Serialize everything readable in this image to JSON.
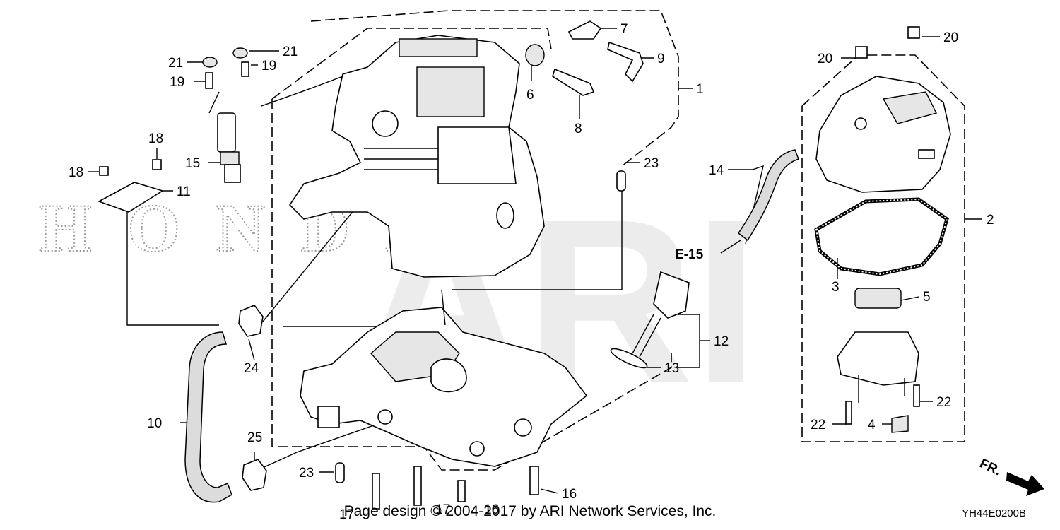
{
  "watermark": {
    "brand": "HONDA",
    "provider": "ARI"
  },
  "callouts": {
    "c1": "1",
    "c2": "2",
    "c3": "3",
    "c4": "4",
    "c5": "5",
    "c6": "6",
    "c7": "7",
    "c8": "8",
    "c9": "9",
    "c10": "10",
    "c11": "11",
    "c12": "12",
    "c13": "13",
    "c14": "14",
    "c15": "15",
    "c16a": "16",
    "c16b": "16",
    "c17a": "17",
    "c17b": "17",
    "c18a": "18",
    "c18b": "18",
    "c19a": "19",
    "c19b": "19",
    "c20a": "20",
    "c20b": "20",
    "c21a": "21",
    "c21b": "21",
    "c22a": "22",
    "c22b": "22",
    "c23a": "23",
    "c23b": "23",
    "c24": "24",
    "c25": "25"
  },
  "reference": "E-15",
  "direction_label": "FR.",
  "footer": "Page design © 2004-2017 by ARI Network Services, Inc.",
  "diagram_code": "YH44E0200B"
}
